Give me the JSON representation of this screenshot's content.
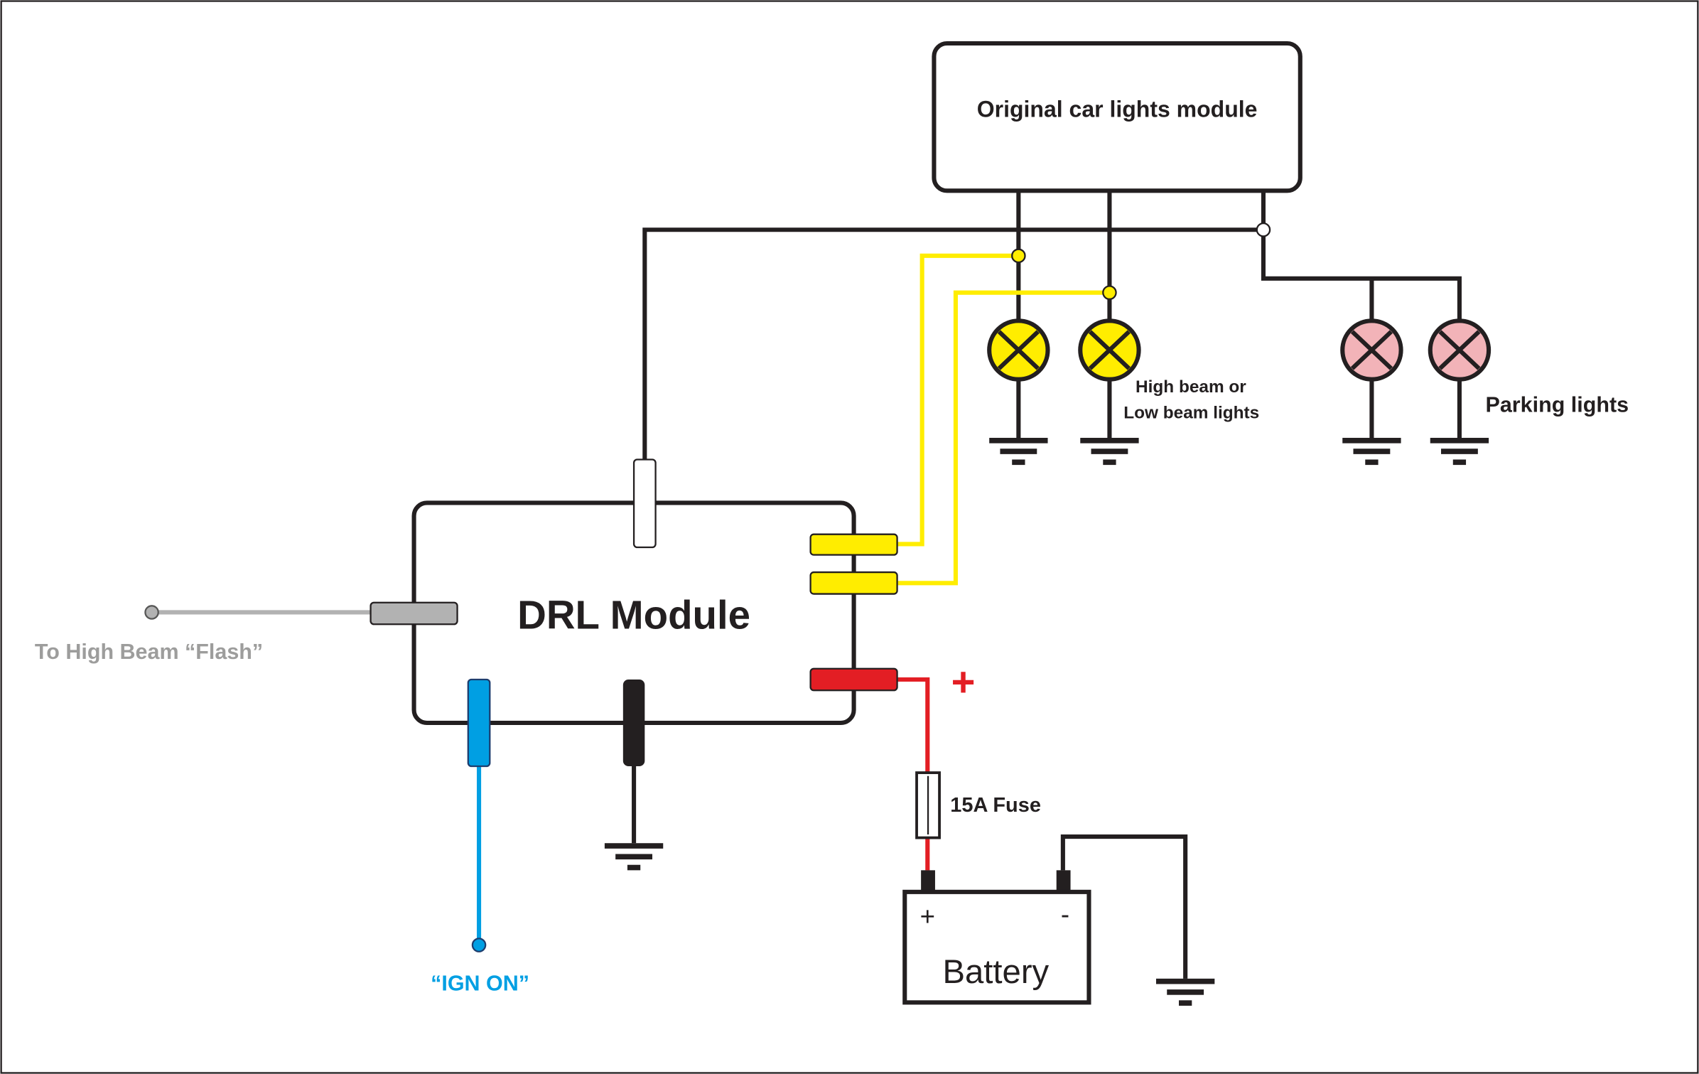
{
  "diagram": {
    "original_module": {
      "label": "Original car lights module"
    },
    "drl_module": {
      "label": "DRL Module"
    },
    "flash_input": {
      "label": "To High Beam “Flash”"
    },
    "ign_input": {
      "label": "“IGN ON”"
    },
    "fuse": {
      "label": "15A Fuse"
    },
    "battery": {
      "label": "Battery",
      "plus": "+",
      "minus": "-"
    },
    "positive_mark": "+",
    "beam_lights": {
      "line1": "High beam or",
      "line2": "Low beam lights"
    },
    "parking_lights": {
      "label": "Parking lights"
    }
  },
  "colors": {
    "wire_black": "#231f20",
    "wire_yellow": "#ffed00",
    "wire_red": "#e31e24",
    "wire_blue": "#009fe3",
    "wire_gray": "#b2b2b2",
    "lamp_pink": "#f2b3b8",
    "label_gray": "#9d9d9c"
  },
  "icons": [
    "lamp-icon",
    "ground-icon",
    "fuse-icon",
    "battery-icon"
  ]
}
